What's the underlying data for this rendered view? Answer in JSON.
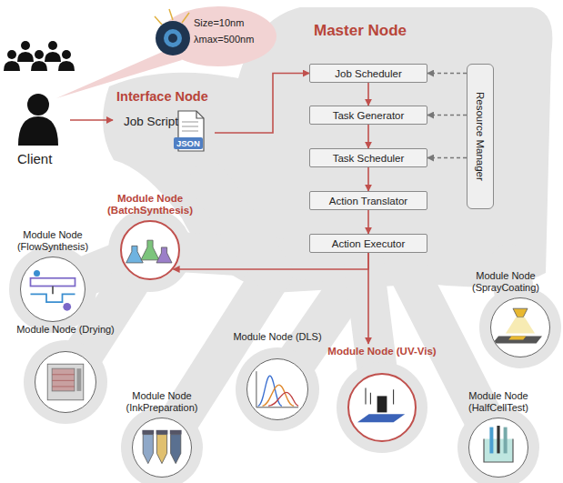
{
  "diagram": {
    "nodes": [
      {
        "text": [
          "Client"
        ]
      },
      {
        "text": [
          "Interface Node",
          "Job Script"
        ]
      },
      {
        "text": [
          "Master Node"
        ]
      },
      {
        "text": [
          "Job Scheduler"
        ],
        "in": 2
      },
      {
        "text": [
          "Task Generator"
        ],
        "in": 2
      },
      {
        "text": [
          "Task Scheduler"
        ],
        "in": 2
      },
      {
        "text": [
          "Action Translator"
        ],
        "in": 2
      },
      {
        "text": [
          "Action Executor"
        ],
        "in": 2
      },
      {
        "text": [
          "Resource Manager"
        ],
        "in": 2
      },
      {
        "text": [
          "Module Node (BatchSynthesis)"
        ]
      },
      {
        "text": [
          "Module Node (FlowSynthesis)"
        ]
      },
      {
        "text": [
          "Module Node (SprayCoating)"
        ]
      },
      {
        "text": [
          "Module Node (Drying)"
        ]
      },
      {
        "text": [
          "Module Node (DLS)"
        ]
      },
      {
        "text": [
          "Module Node (UV-Vis)"
        ]
      },
      {
        "text": [
          "Module Node (InkPreparation)"
        ]
      },
      {
        "text": [
          "Module Node (HalfCellTest)"
        ]
      }
    ],
    "edges": [
      {
        "from": 0,
        "to": 1,
        "arrow": "to"
      },
      {
        "from": 1,
        "to": 3,
        "arrow": "to"
      },
      {
        "from": 3,
        "to": 4,
        "arrow": "to"
      },
      {
        "from": 4,
        "to": 5,
        "arrow": "to"
      },
      {
        "from": 5,
        "to": 6,
        "arrow": "to"
      },
      {
        "from": 6,
        "to": 7,
        "arrow": "to"
      },
      {
        "from": 8,
        "to": 3,
        "arrow": "to"
      },
      {
        "from": 8,
        "to": 4,
        "arrow": "to"
      },
      {
        "from": 8,
        "to": 5,
        "arrow": "to"
      },
      {
        "from": 7,
        "to": 9,
        "arrow": "to"
      },
      {
        "from": 7,
        "to": 14,
        "arrow": "to"
      }
    ],
    "labels": [
      "Size=10nm",
      "λmax=500nm",
      "JSON"
    ]
  }
}
